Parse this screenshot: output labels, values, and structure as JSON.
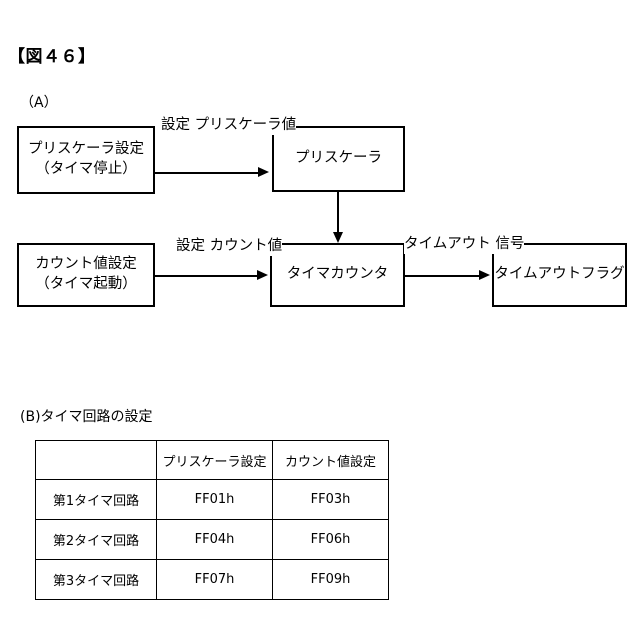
{
  "figure": {
    "title": "【図４６】",
    "section_a_label": "（A）",
    "section_b_label": "(B)タイマ回路の設定"
  },
  "diagram": {
    "boxes": [
      {
        "id": "prescaler-setting",
        "line1": "プリスケーラ設定",
        "line2": "（タイマ停止）"
      },
      {
        "id": "prescaler",
        "line1": "プリスケーラ",
        "line2": ""
      },
      {
        "id": "count-setting",
        "line1": "カウント値設定",
        "line2": "（タイマ起動）"
      },
      {
        "id": "timer-counter",
        "line1": "タイマカウンタ",
        "line2": ""
      },
      {
        "id": "timeout-flag",
        "line1": "タイムアウトフラグ",
        "line2": ""
      }
    ],
    "edge_labels": [
      {
        "id": "set-prescaler",
        "line1": "設定",
        "line2": "プリスケーラ値"
      },
      {
        "id": "set-count",
        "line1": "設定",
        "line2": "カウント値"
      },
      {
        "id": "timeout-signal",
        "line1": "タイムアウト",
        "line2": "信号"
      }
    ]
  },
  "table": {
    "headers": [
      "",
      "プリスケーラ設定",
      "カウント値設定"
    ],
    "rows": [
      {
        "label": "第1タイマ回路",
        "prescaler": "FF01h",
        "count": "FF03h"
      },
      {
        "label": "第2タイマ回路",
        "prescaler": "FF04h",
        "count": "FF06h"
      },
      {
        "label": "第3タイマ回路",
        "prescaler": "FF07h",
        "count": "FF09h"
      }
    ]
  },
  "colors": {
    "line": "#000000",
    "background": "#ffffff",
    "text": "#000000"
  }
}
